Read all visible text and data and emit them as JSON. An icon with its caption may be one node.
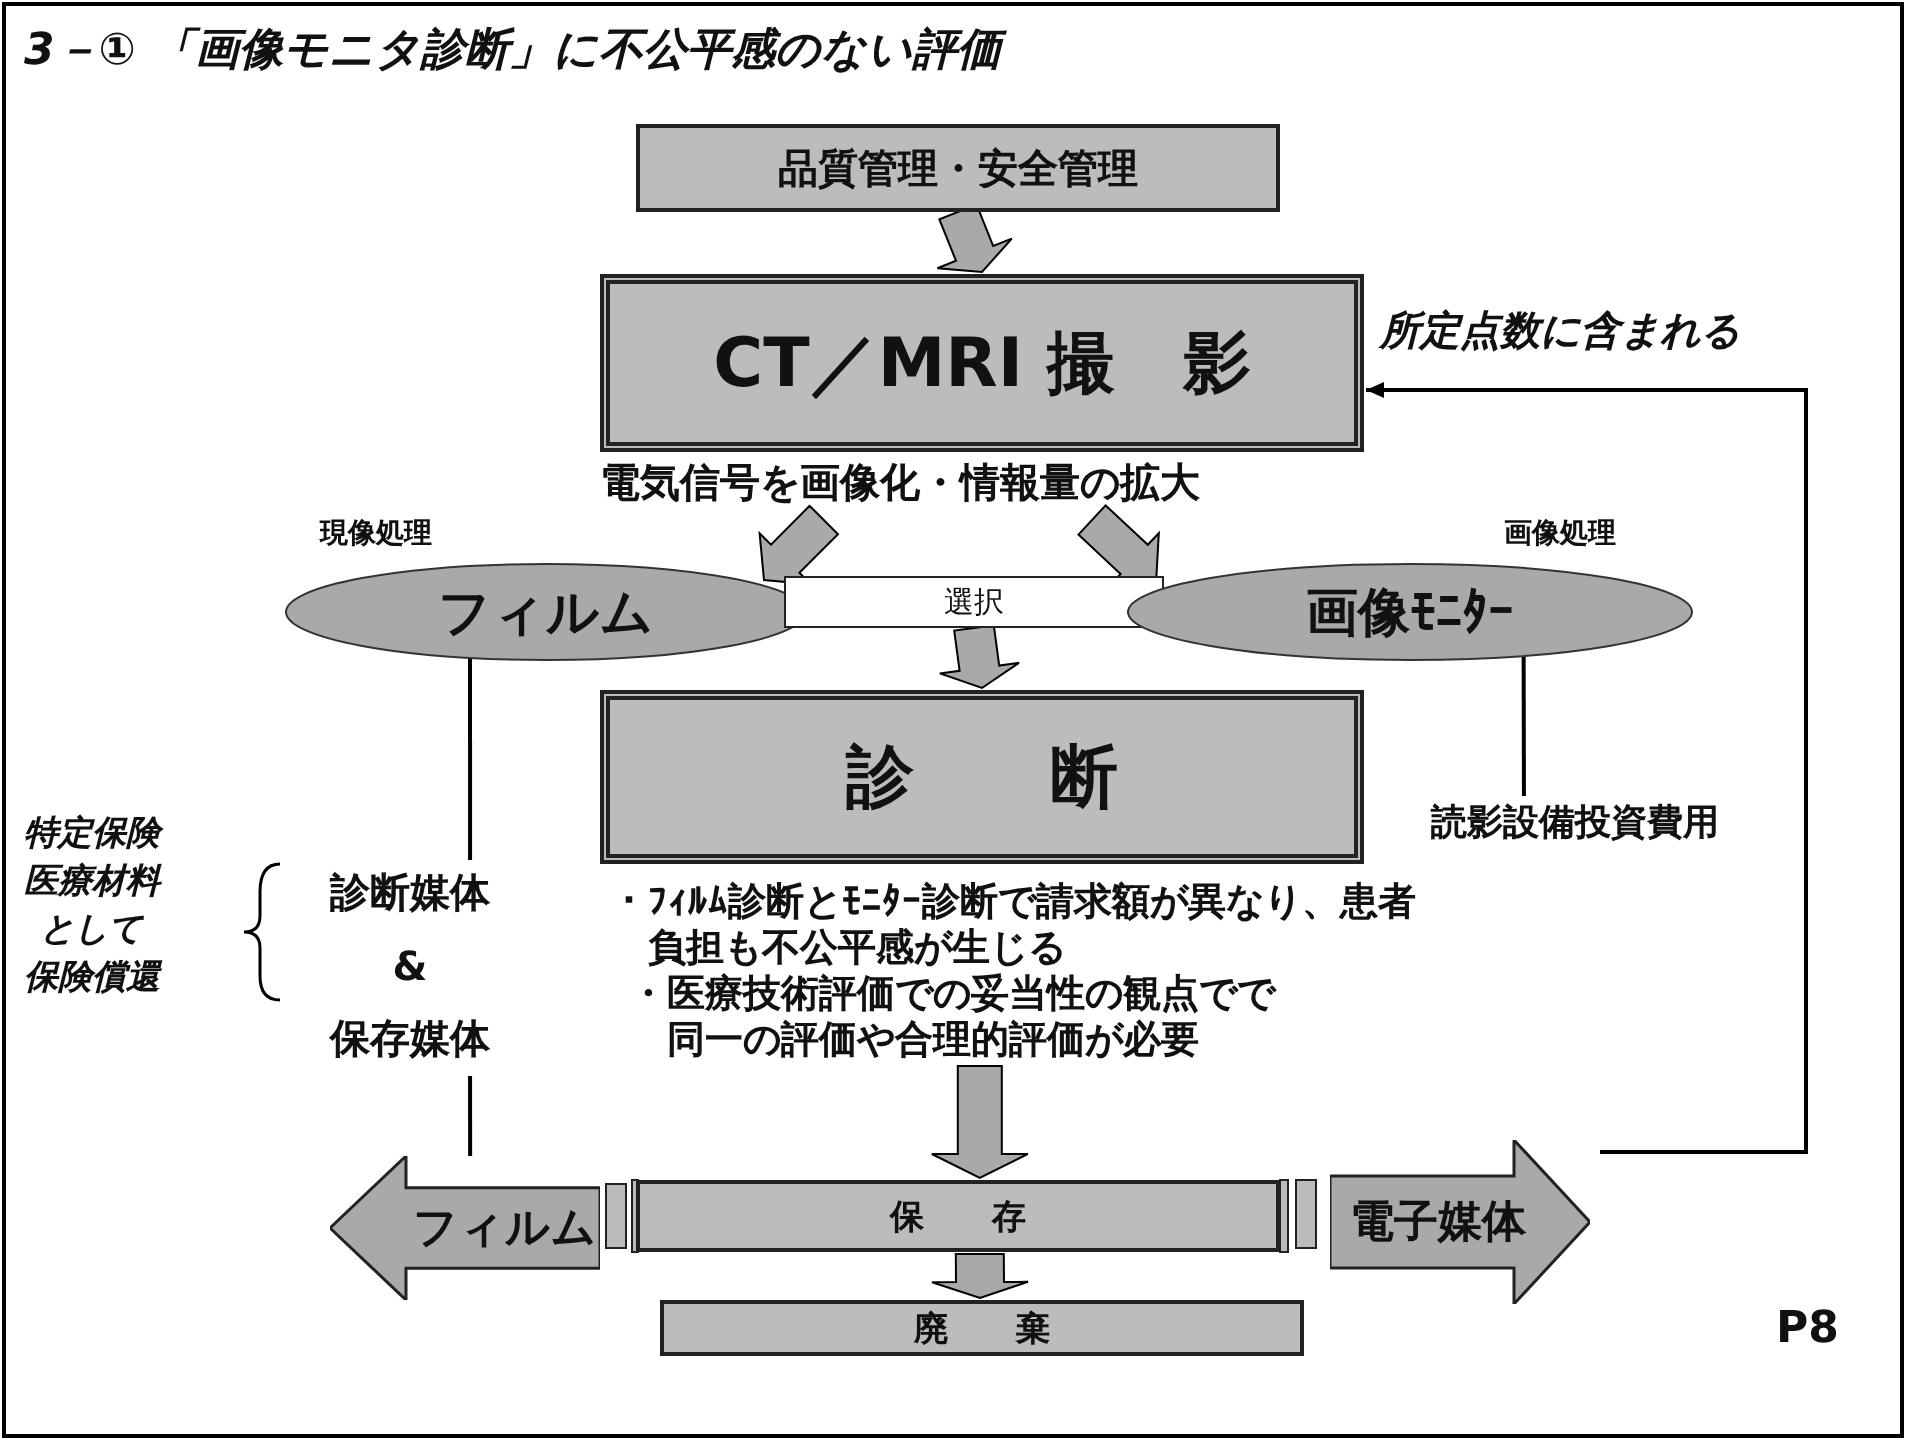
{
  "diagram": {
    "title": "3－① 「画像モニタ診断」に不公平感のない評価",
    "nodes": [
      {
        "text": [
          "品質管理・安全管理"
        ]
      },
      {
        "text": [
          "CT／MRI 撮　影"
        ]
      },
      {
        "text": [
          "フィルム"
        ],
        "beside": [
          "現像処理"
        ]
      },
      {
        "text": [
          "選択"
        ]
      },
      {
        "text": [
          "画像ﾓﾆﾀｰ"
        ],
        "beside": [
          "画像処理"
        ]
      },
      {
        "text": [
          "診　　断"
        ]
      },
      {
        "text": [
          "診断媒体",
          "&",
          "保存媒体"
        ]
      },
      {
        "text": [
          "読影設備投資費用"
        ]
      },
      {
        "text": [
          "・ﾌｨﾙﾑ診断とﾓﾆﾀｰ診断で請求額が異なり、患者負担も不公平感が生じる",
          "・医療技術評価での妥当性の観点でで同一の評価や合理的評価が必要"
        ]
      },
      {
        "text": [
          "フィルム"
        ]
      },
      {
        "text": [
          "保　　存"
        ]
      },
      {
        "text": [
          "電子媒体"
        ]
      },
      {
        "text": [
          "廃　　棄"
        ]
      }
    ],
    "edges": [
      {
        "from": 0,
        "to": 1,
        "arrow": "to",
        "style": "thick"
      },
      {
        "from": 1,
        "to": 2,
        "arrow": "to",
        "style": "thick"
      },
      {
        "from": 1,
        "to": 4,
        "arrow": "to",
        "style": "thick"
      },
      {
        "from": 3,
        "to": 5,
        "arrow": "to",
        "style": "thick"
      },
      {
        "from": 2,
        "to": 6,
        "arrow": "none"
      },
      {
        "from": 6,
        "to": 9,
        "arrow": "none"
      },
      {
        "from": 4,
        "to": 7,
        "arrow": "none"
      },
      {
        "from": 8,
        "to": 10,
        "arrow": "to",
        "style": "thick"
      },
      {
        "from": 10,
        "to": 12,
        "arrow": "to",
        "style": "thick"
      },
      {
        "from": 11,
        "to": 1,
        "arrow": "to"
      }
    ],
    "labels": [
      "所定点数に含まれる",
      "電気信号を画像化・情報量の拡大",
      "特定保険",
      "医療材料",
      "として",
      "保険償還",
      "P8"
    ]
  }
}
